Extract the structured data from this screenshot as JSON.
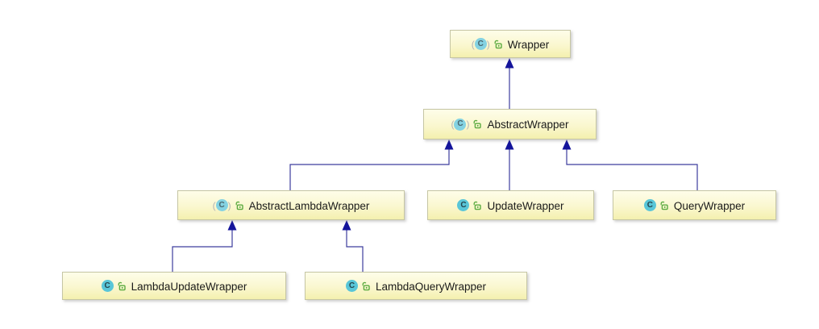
{
  "diagram": {
    "kind": "uml-class-inheritance-diagram",
    "background": "#ffffff",
    "style": {
      "node_fill_top": "#fefde9",
      "node_fill_bottom": "#f4f0ae",
      "node_border": "#c6c6a4",
      "edge_line_color": "#3d3d9e",
      "arrowhead_color": "#14149b",
      "class_icon_color": "#59c6d8",
      "lock_icon_color": "#5aaa3f",
      "text_color": "#1b1b1b"
    },
    "nodes": [
      {
        "id": "Wrapper",
        "label": "Wrapper",
        "kind": "class",
        "abstract": true,
        "visibility": "public",
        "icons": [
          "class-icon",
          "lock-icon"
        ]
      },
      {
        "id": "AbstractWrapper",
        "label": "AbstractWrapper",
        "kind": "class",
        "abstract": true,
        "visibility": "public",
        "icons": [
          "class-icon",
          "lock-icon"
        ]
      },
      {
        "id": "AbstractLambdaWrapper",
        "label": "AbstractLambdaWrapper",
        "kind": "class",
        "abstract": true,
        "visibility": "public",
        "icons": [
          "class-icon",
          "lock-icon"
        ]
      },
      {
        "id": "UpdateWrapper",
        "label": "UpdateWrapper",
        "kind": "class",
        "abstract": false,
        "visibility": "public",
        "icons": [
          "class-icon",
          "lock-icon"
        ]
      },
      {
        "id": "QueryWrapper",
        "label": "QueryWrapper",
        "kind": "class",
        "abstract": false,
        "visibility": "public",
        "icons": [
          "class-icon",
          "lock-icon"
        ]
      },
      {
        "id": "LambdaUpdateWrapper",
        "label": "LambdaUpdateWrapper",
        "kind": "class",
        "abstract": false,
        "visibility": "public",
        "icons": [
          "class-icon",
          "lock-icon"
        ]
      },
      {
        "id": "LambdaQueryWrapper",
        "label": "LambdaQueryWrapper",
        "kind": "class",
        "abstract": false,
        "visibility": "public",
        "icons": [
          "class-icon",
          "lock-icon"
        ]
      }
    ],
    "edges": [
      {
        "from": "AbstractWrapper",
        "to": "Wrapper",
        "type": "extends"
      },
      {
        "from": "AbstractLambdaWrapper",
        "to": "AbstractWrapper",
        "type": "extends"
      },
      {
        "from": "UpdateWrapper",
        "to": "AbstractWrapper",
        "type": "extends"
      },
      {
        "from": "QueryWrapper",
        "to": "AbstractWrapper",
        "type": "extends"
      },
      {
        "from": "LambdaUpdateWrapper",
        "to": "AbstractLambdaWrapper",
        "type": "extends"
      },
      {
        "from": "LambdaQueryWrapper",
        "to": "AbstractLambdaWrapper",
        "type": "extends"
      }
    ]
  }
}
